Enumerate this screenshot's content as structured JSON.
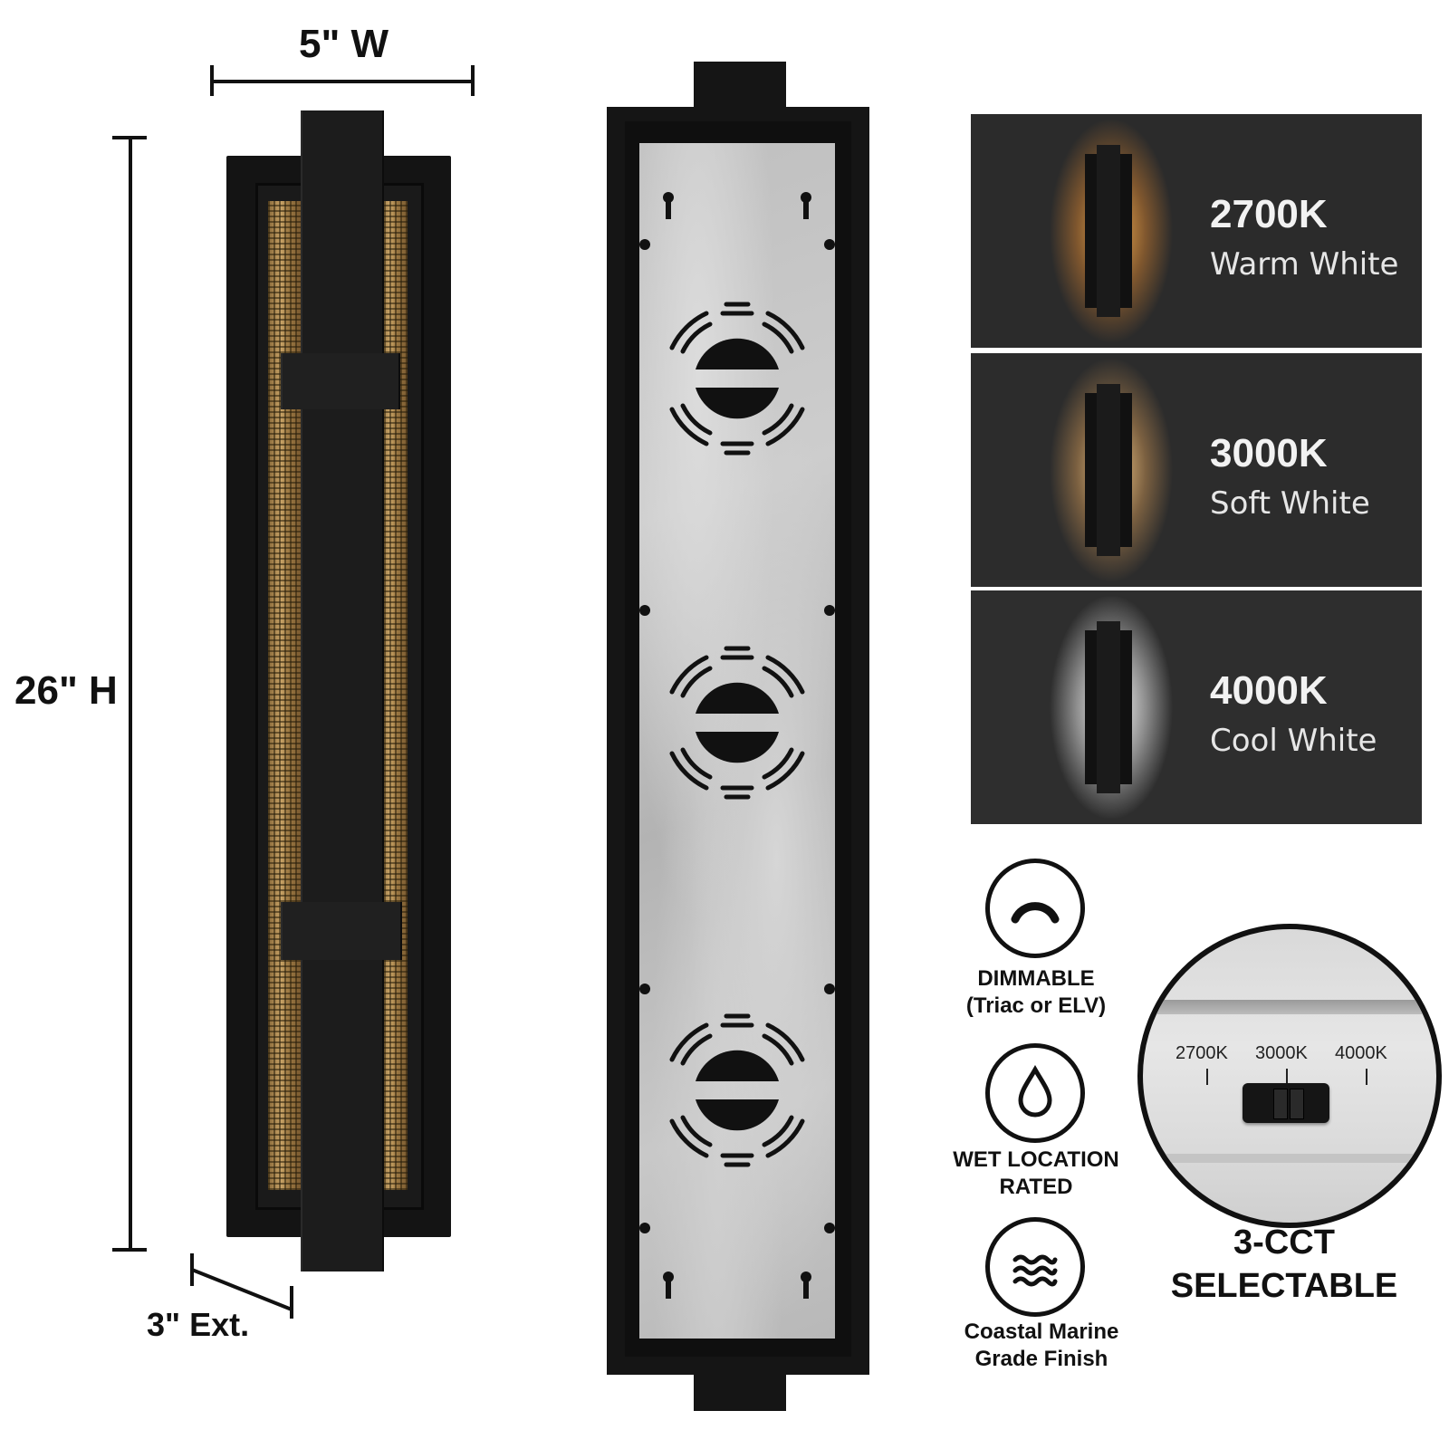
{
  "dimensions": {
    "width": "5\" W",
    "height": "26\" H",
    "extension": "3\" Ext."
  },
  "color_temps": [
    {
      "kelvin": "2700K",
      "name": "Warm White",
      "glow": "#ffb347"
    },
    {
      "kelvin": "3000K",
      "name": "Soft White",
      "glow": "#ffd08a"
    },
    {
      "kelvin": "4000K",
      "name": "Cool White",
      "glow": "#ffffff"
    }
  ],
  "features": [
    {
      "icon": "dimmer-icon",
      "label_line1": "DIMMABLE",
      "label_line2": "(Triac or ELV)"
    },
    {
      "icon": "water-drop-icon",
      "label_line1": "WET LOCATION",
      "label_line2": "RATED"
    },
    {
      "icon": "waves-icon",
      "label_line1": "Coastal Marine",
      "label_line2": "Grade Finish"
    }
  ],
  "cct_switch": {
    "options": [
      "2700K",
      "3000K",
      "4000K"
    ],
    "title_line1": "3-CCT",
    "title_line2": "SELECTABLE"
  },
  "colors": {
    "fixture_black": "#141414",
    "brass_mesh": "#c9a467",
    "panel_bg": "#2b2b2b"
  }
}
